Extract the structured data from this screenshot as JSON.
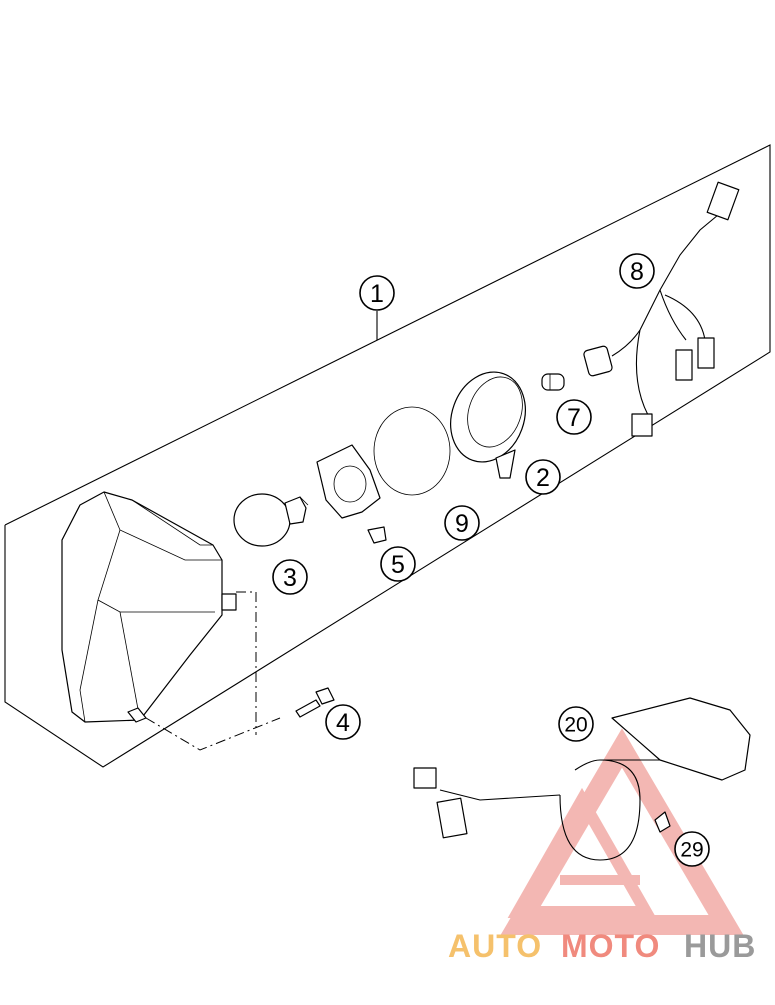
{
  "diagram": {
    "callouts": [
      {
        "id": "callout-1",
        "label": "1"
      },
      {
        "id": "callout-2",
        "label": "2"
      },
      {
        "id": "callout-3",
        "label": "3"
      },
      {
        "id": "callout-4",
        "label": "4"
      },
      {
        "id": "callout-5",
        "label": "5"
      },
      {
        "id": "callout-7",
        "label": "7"
      },
      {
        "id": "callout-8",
        "label": "8"
      },
      {
        "id": "callout-9",
        "label": "9"
      },
      {
        "id": "callout-20",
        "label": "20"
      },
      {
        "id": "callout-29",
        "label": "29"
      }
    ]
  },
  "watermark": {
    "part_auto": "AUTO",
    "part_moto": "MOTO",
    "part_hub": "HUB",
    "colors": {
      "auto": "#f5c16c",
      "moto": "#f08a7e",
      "hub": "#9a9a9a",
      "triangle": "#f0a09a"
    }
  }
}
